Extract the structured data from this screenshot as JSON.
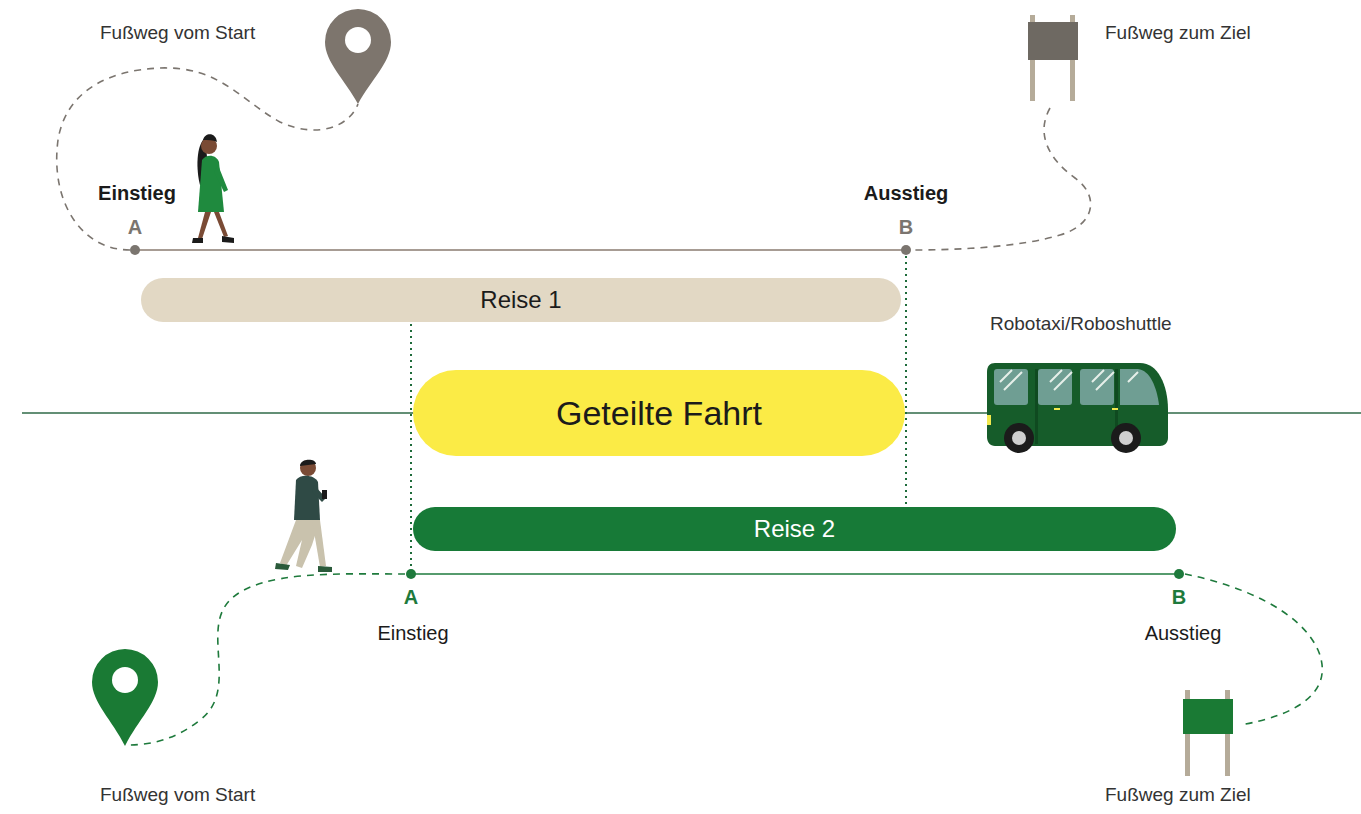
{
  "diagram": {
    "nodes": [
      {
        "text": [
          "Reise 1"
        ]
      },
      {
        "text": [
          "Geteilte Fahrt"
        ]
      },
      {
        "text": [
          "Reise 2"
        ]
      }
    ],
    "labels": [
      "Fußweg vom Start",
      "Fußweg zum Ziel",
      "Einstieg",
      "A",
      "Ausstieg",
      "B",
      "Robotaxi/Roboshuttle",
      "A",
      "Einstieg",
      "B",
      "Ausstieg",
      "Fußweg vom Start",
      "Fußweg zum Ziel"
    ]
  }
}
